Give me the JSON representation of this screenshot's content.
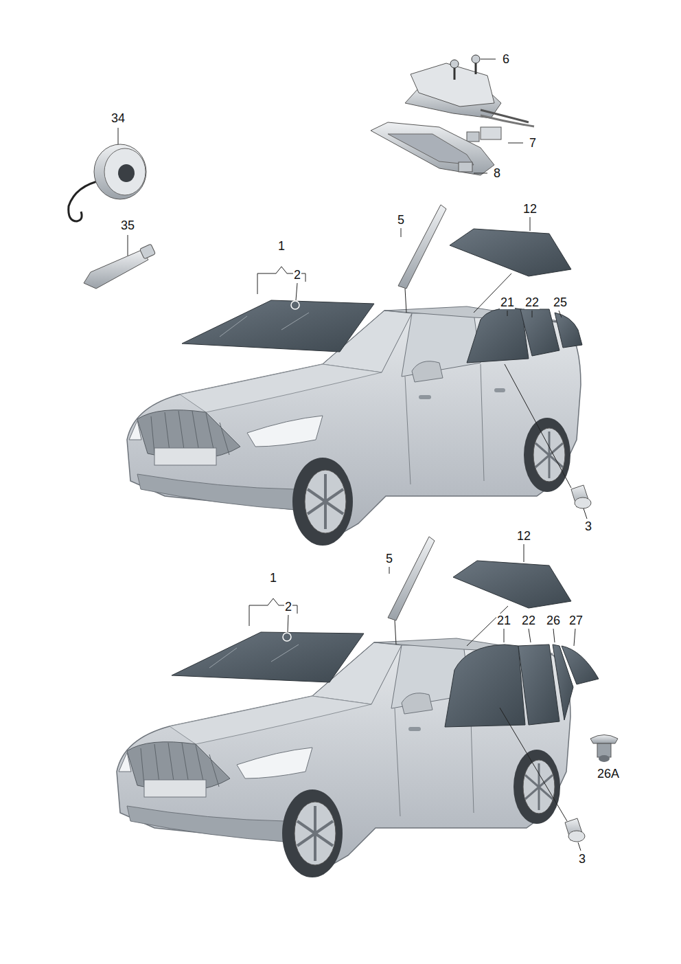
{
  "diagram": {
    "labels": [
      "6",
      "34",
      "7",
      "8",
      "12",
      "5",
      "35",
      "1",
      "2",
      "21",
      "22",
      "25",
      "3",
      "12",
      "5",
      "1",
      "2",
      "21",
      "22",
      "26",
      "27",
      "26A",
      "3"
    ]
  }
}
